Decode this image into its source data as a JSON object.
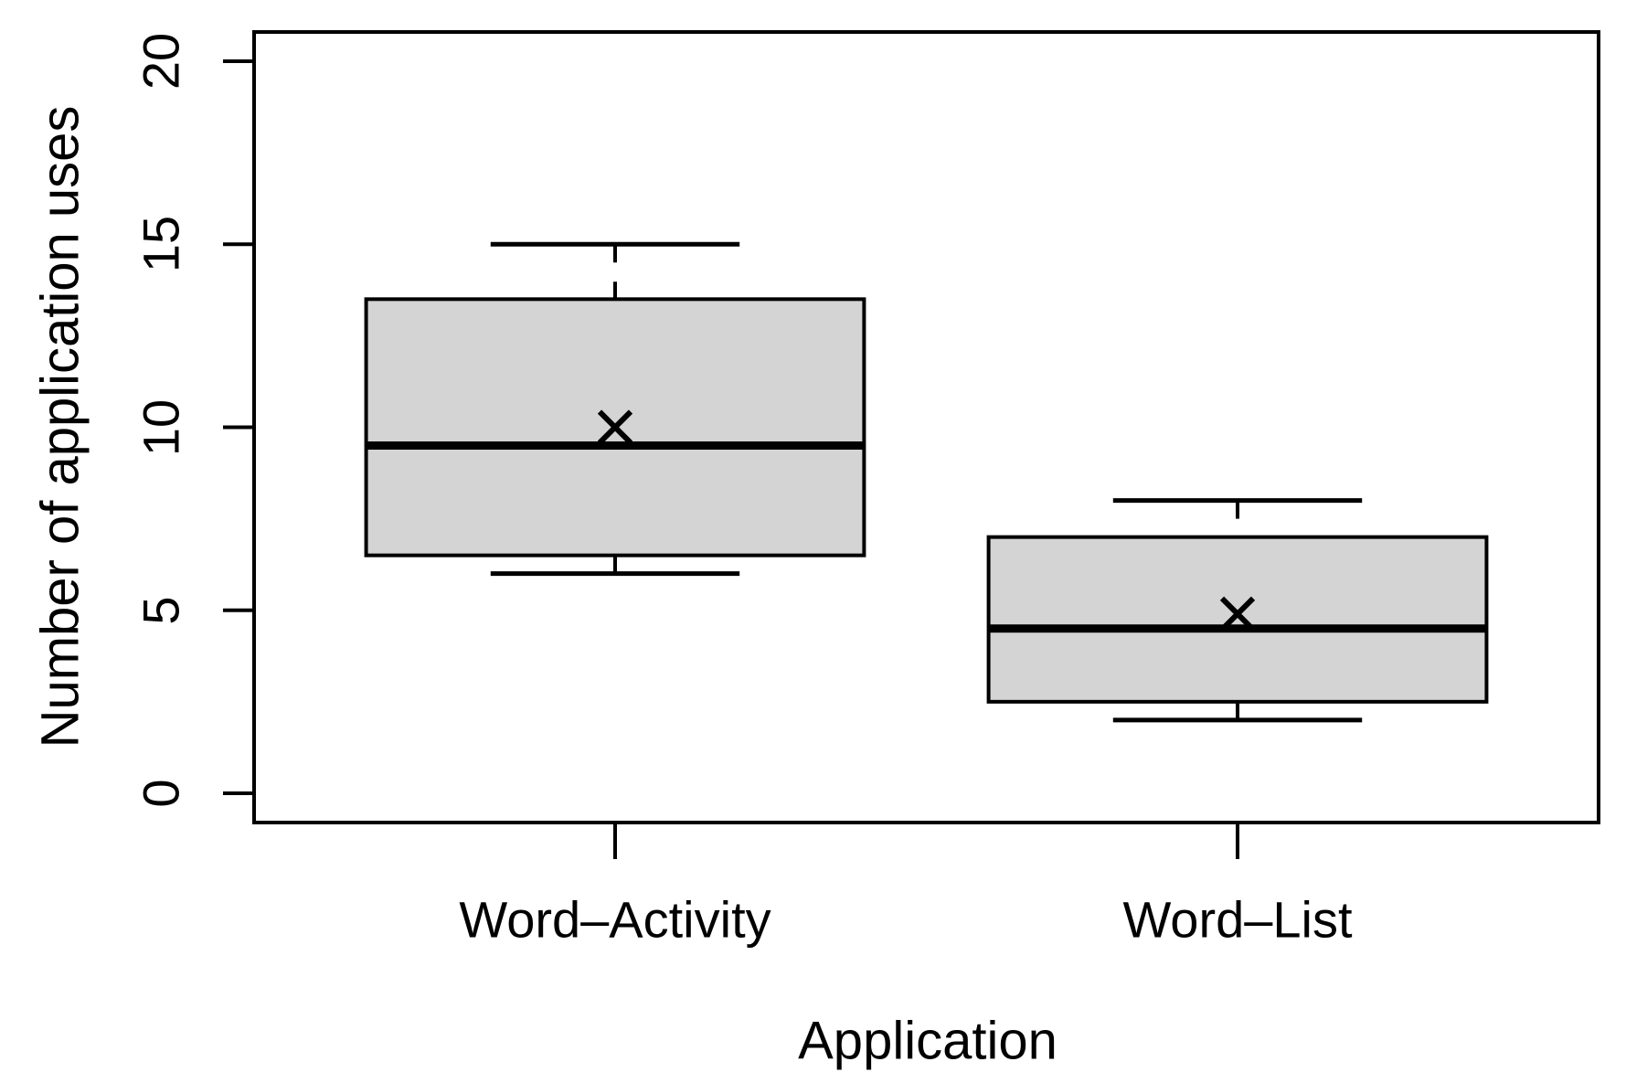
{
  "figure": {
    "background": "#ffffff",
    "axis_color": "#000000",
    "box_fill": "#d4d4d4"
  },
  "chart_data": {
    "type": "boxplot",
    "title": "",
    "xlabel": "Application",
    "ylabel": "Number of application uses",
    "ylim": [
      0,
      20
    ],
    "yticks": [
      0,
      5,
      10,
      15,
      20
    ],
    "grid": false,
    "legend": "none",
    "categories": [
      "Word–Activity",
      "Word–List"
    ],
    "series": [
      {
        "name": "Word–Activity",
        "whisker_low": 6,
        "q1": 6.5,
        "median": 9.5,
        "q3": 13.5,
        "whisker_high": 15,
        "mean": 10
      },
      {
        "name": "Word–List",
        "whisker_low": 2,
        "q1": 2.5,
        "median": 4.5,
        "q3": 7,
        "whisker_high": 8,
        "mean": 4.9
      }
    ],
    "style_notes": "R base-graphics style boxplot, gray boxes, dashed whisker lines, X mean markers"
  }
}
